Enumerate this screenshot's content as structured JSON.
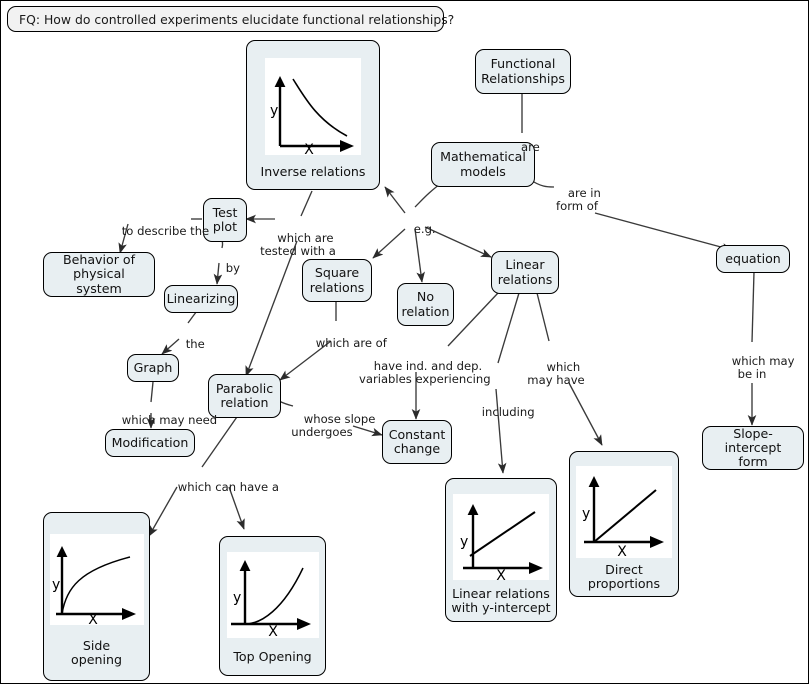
{
  "focus_question": {
    "text": "FQ: How do controlled experiments elucidate functional relationships?"
  },
  "colors": {
    "node_fill": "#e8eff2",
    "node_stroke": "#000000",
    "fq_fill": "#f2f2f2",
    "plot_bg": "#ffffff",
    "edge": "#3a3a3a",
    "text": "#111111"
  },
  "nodes": {
    "functional_relationships": {
      "label": "Functional\nRelationships"
    },
    "mathematical_models": {
      "label": "Mathematical\nmodels"
    },
    "inverse_relations": {
      "label": "Inverse relations"
    },
    "test_plot": {
      "label": "Test\nplot"
    },
    "behavior_physical_system": {
      "label": "Behavior of\nphysical system"
    },
    "linearizing": {
      "label": "Linearizing"
    },
    "graph": {
      "label": "Graph"
    },
    "modification": {
      "label": "Modification"
    },
    "square_relations": {
      "label": "Square\nrelations"
    },
    "parabolic_relation": {
      "label": "Parabolic\nrelation"
    },
    "no_relation": {
      "label": "No\nrelation"
    },
    "linear_relations": {
      "label": "Linear\nrelations"
    },
    "constant_change": {
      "label": "Constant\nchange"
    },
    "equation": {
      "label": "equation"
    },
    "slope_intercept_form": {
      "label": "Slope-intercept\nform"
    },
    "side_opening": {
      "label": "Side\nopening"
    },
    "top_opening": {
      "label": "Top Opening"
    },
    "linear_relations_y_intercept": {
      "label": "Linear relations\nwith y-intercept"
    },
    "direct_proportions": {
      "label": "Direct\nproportions"
    }
  },
  "axis_labels": {
    "x": "X",
    "y": "y"
  },
  "edge_labels": {
    "are": "are",
    "are_in_form_of": "are in\nform of",
    "eg": "e.g.",
    "to_describe_the": "to describe the",
    "which_are_tested_with_a": "which are\ntested with a",
    "by": "by",
    "the": "the",
    "which_may_need": "which may need",
    "which_are_of": "which are of",
    "whose_slope_undergoes": "whose slope\nundergoes",
    "have_ind_dep": "have ind. and dep.\nvariables experiencing",
    "which_may_have": "which\nmay have",
    "including": "including",
    "which_may_be_in": "which may\nbe in",
    "which_can_have_a": "which can have a"
  },
  "chart_data": [
    {
      "type": "line",
      "id": "inverse-relations-plot",
      "title": "Inverse relations",
      "xlabel": "X",
      "ylabel": "y",
      "shape": "decaying hyperbola y = k/x",
      "x": [
        0.18,
        0.3,
        0.45,
        0.6,
        0.8,
        1.0
      ],
      "y": [
        0.95,
        0.62,
        0.42,
        0.3,
        0.2,
        0.14
      ],
      "grid": false,
      "legend": "none"
    },
    {
      "type": "line",
      "id": "side-opening-plot",
      "title": "Side opening",
      "xlabel": "X",
      "ylabel": "y",
      "shape": "sideways parabola / square-root curve y = sqrt(x)",
      "x": [
        0.0,
        0.12,
        0.3,
        0.5,
        0.72,
        1.0
      ],
      "y": [
        0.0,
        0.35,
        0.55,
        0.72,
        0.85,
        0.98
      ],
      "grid": false,
      "legend": "none"
    },
    {
      "type": "line",
      "id": "top-opening-plot",
      "title": "Top Opening",
      "xlabel": "X",
      "ylabel": "y",
      "shape": "upward parabola y = x^2",
      "x": [
        0.0,
        0.25,
        0.45,
        0.65,
        0.82,
        1.0
      ],
      "y": [
        0.0,
        0.05,
        0.15,
        0.35,
        0.62,
        1.0
      ],
      "grid": false,
      "legend": "none"
    },
    {
      "type": "line",
      "id": "linear-y-intercept-plot",
      "title": "Linear relations with y-intercept",
      "xlabel": "X",
      "ylabel": "y",
      "shape": "straight line with positive y-intercept",
      "x": [
        0.05,
        1.0
      ],
      "y": [
        0.25,
        0.88
      ],
      "grid": false,
      "legend": "none"
    },
    {
      "type": "line",
      "id": "direct-proportions-plot",
      "title": "Direct proportions",
      "xlabel": "X",
      "ylabel": "y",
      "shape": "straight line through the origin",
      "x": [
        0.0,
        1.0
      ],
      "y": [
        0.0,
        0.9
      ],
      "grid": false,
      "legend": "none"
    }
  ]
}
